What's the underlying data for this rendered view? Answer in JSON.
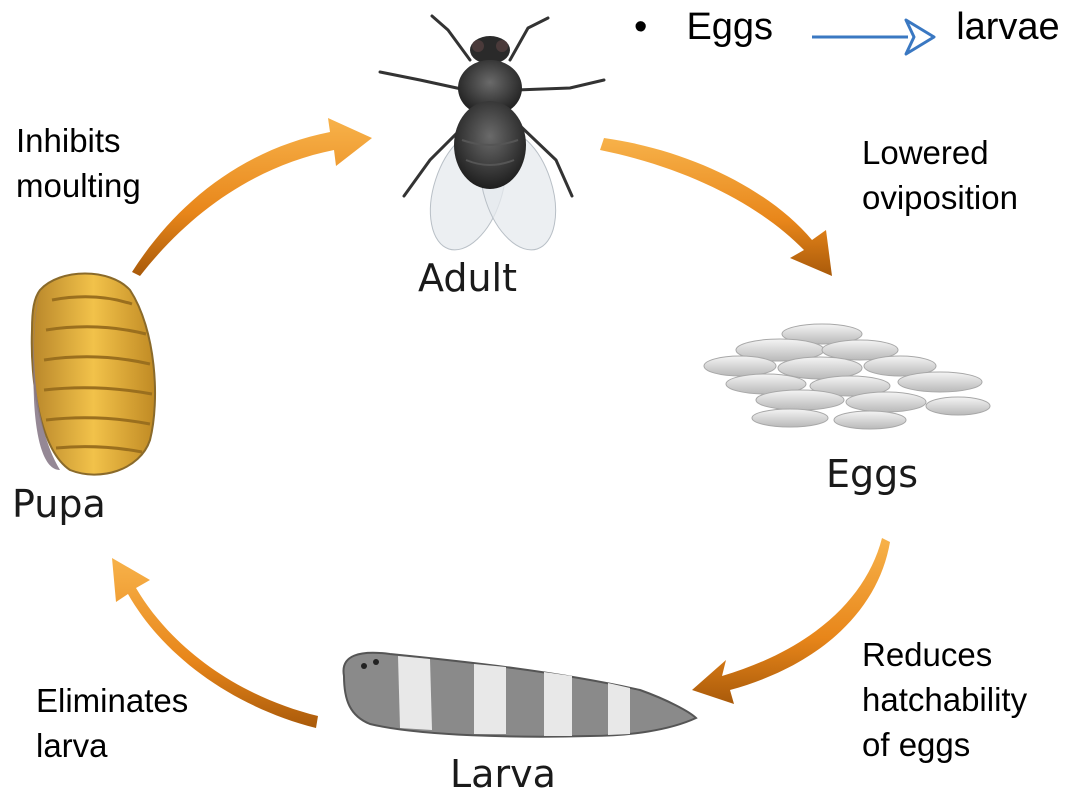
{
  "header": {
    "bullet": "•",
    "from": "Eggs",
    "to": "larvae"
  },
  "stages": {
    "adult": "Adult",
    "eggs": "Eggs",
    "larva": "Larva",
    "pupa": "Pupa"
  },
  "effects": {
    "pupa_to_adult": [
      "Inhibits",
      "moulting"
    ],
    "adult_to_eggs": [
      "Lowered",
      "oviposition"
    ],
    "eggs_to_larva": [
      "Reduces",
      "hatchability",
      "of eggs"
    ],
    "larva_to_pupa": [
      "Eliminates",
      "larva"
    ]
  },
  "colors": {
    "arrow": "#f0941e",
    "arrow_dark": "#b8650c",
    "header_arrow": "#3a78c2"
  }
}
